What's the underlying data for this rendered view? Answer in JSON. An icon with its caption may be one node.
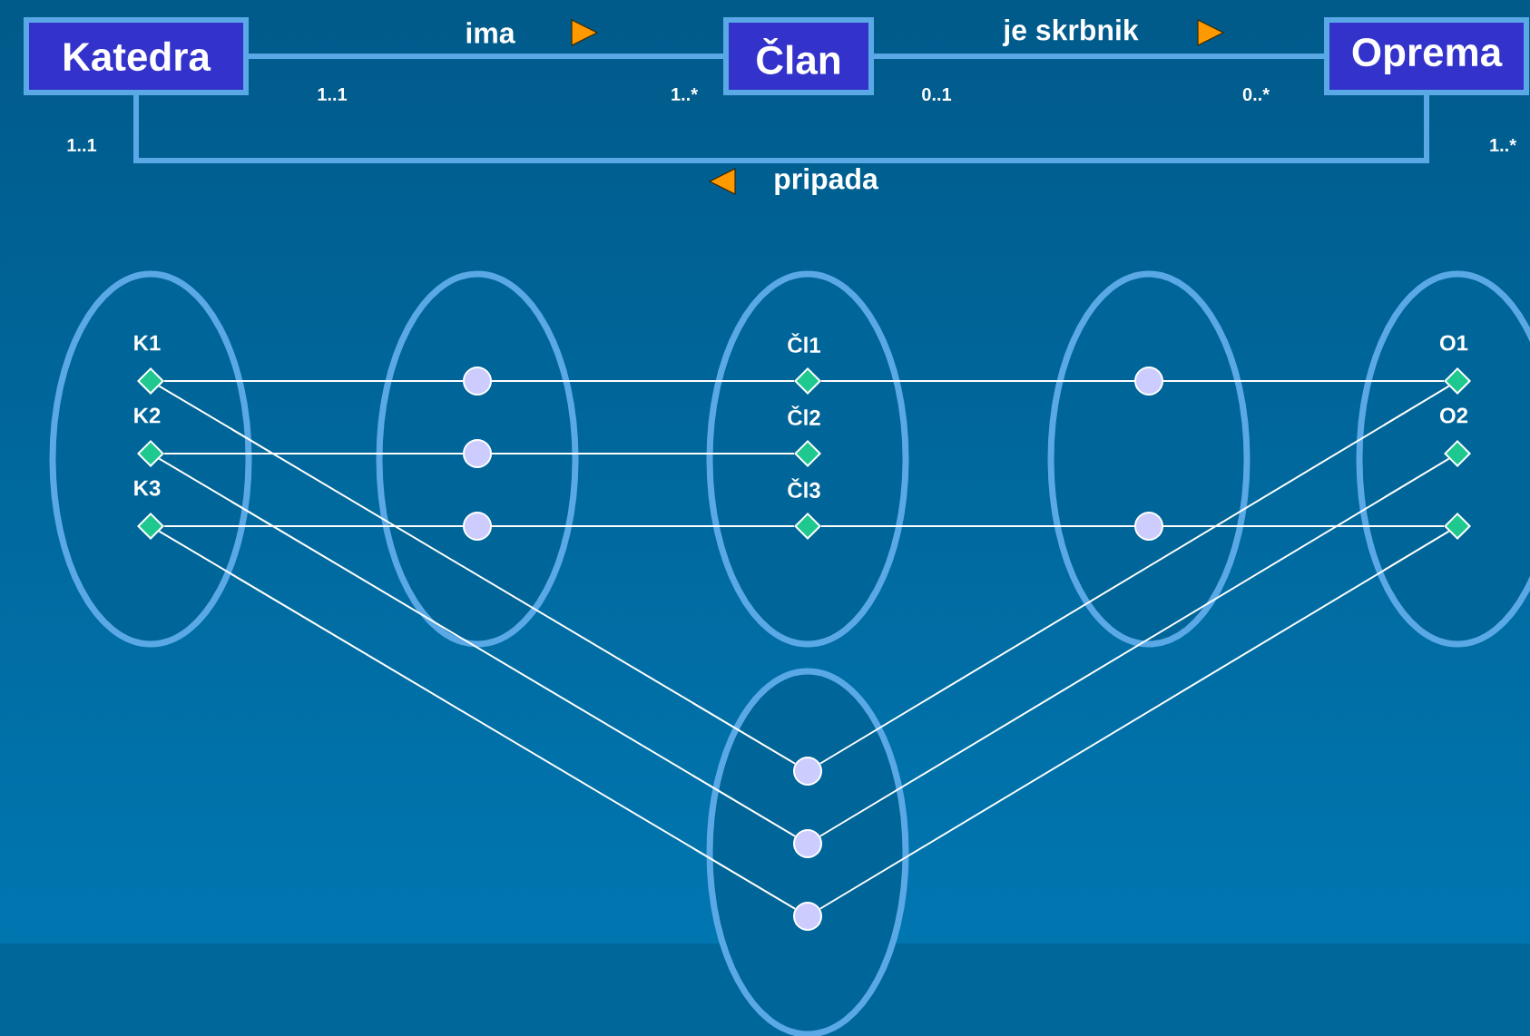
{
  "diagram": {
    "nodes": [
      {
        "text": [
          "Katedra"
        ]
      },
      {
        "text": [
          "Član"
        ]
      },
      {
        "text": [
          "Oprema"
        ]
      },
      {
        "text": [],
        "shape": "ellipse"
      },
      {
        "text": [
          "K1"
        ],
        "in": 3
      },
      {
        "text": [
          "K2"
        ],
        "in": 3
      },
      {
        "text": [
          "K3"
        ],
        "in": 3
      },
      {
        "text": [],
        "shape": "ellipse"
      },
      {
        "text": [],
        "shape": "circle",
        "in": 7
      },
      {
        "text": [],
        "shape": "circle",
        "in": 7
      },
      {
        "text": [],
        "shape": "circle",
        "in": 7
      },
      {
        "text": [],
        "shape": "ellipse"
      },
      {
        "text": [
          "Čl1"
        ],
        "in": 11
      },
      {
        "text": [
          "Čl2"
        ],
        "in": 11
      },
      {
        "text": [
          "Čl3"
        ],
        "in": 11
      },
      {
        "text": [],
        "shape": "ellipse"
      },
      {
        "text": [],
        "shape": "circle",
        "in": 15
      },
      {
        "text": [],
        "shape": "circle",
        "in": 15
      },
      {
        "text": [],
        "shape": "ellipse"
      },
      {
        "text": [
          "O1"
        ],
        "in": 18
      },
      {
        "text": [
          "O2"
        ],
        "in": 18
      },
      {
        "text": [],
        "shape": "diamond",
        "in": 18
      },
      {
        "text": [],
        "shape": "ellipse"
      },
      {
        "text": [],
        "shape": "circle",
        "in": 22
      },
      {
        "text": [],
        "shape": "circle",
        "in": 22
      },
      {
        "text": [],
        "shape": "circle",
        "in": 22
      }
    ],
    "edges": [
      {
        "from": 0,
        "to": 1,
        "arrow": "none",
        "label": "ima",
        "style": "thick",
        "color": "#5aa9e6"
      },
      {
        "from": 1,
        "to": 2,
        "arrow": "none",
        "label": "je skrbnik",
        "style": "thick",
        "color": "#5aa9e6"
      },
      {
        "from": 0,
        "to": 2,
        "arrow": "none",
        "label": "pripada",
        "style": "thick",
        "color": "#5aa9e6"
      },
      {
        "from": 4,
        "to": 8,
        "arrow": "none"
      },
      {
        "from": 8,
        "to": 12,
        "arrow": "none"
      },
      {
        "from": 12,
        "to": 16,
        "arrow": "none"
      },
      {
        "from": 16,
        "to": 19,
        "arrow": "none"
      },
      {
        "from": 5,
        "to": 9,
        "arrow": "none"
      },
      {
        "from": 9,
        "to": 13,
        "arrow": "none"
      },
      {
        "from": 6,
        "to": 10,
        "arrow": "none"
      },
      {
        "from": 10,
        "to": 14,
        "arrow": "none"
      },
      {
        "from": 14,
        "to": 17,
        "arrow": "none"
      },
      {
        "from": 17,
        "to": 21,
        "arrow": "none"
      },
      {
        "from": 4,
        "to": 23,
        "arrow": "none"
      },
      {
        "from": 23,
        "to": 19,
        "arrow": "none"
      },
      {
        "from": 5,
        "to": 24,
        "arrow": "none"
      },
      {
        "from": 24,
        "to": 20,
        "arrow": "none"
      },
      {
        "from": 6,
        "to": 25,
        "arrow": "none"
      },
      {
        "from": 25,
        "to": 21,
        "arrow": "none"
      }
    ],
    "labels": [
      "1..1",
      "1..*",
      "0..1",
      "0..*",
      "1..1",
      "1..*"
    ]
  }
}
